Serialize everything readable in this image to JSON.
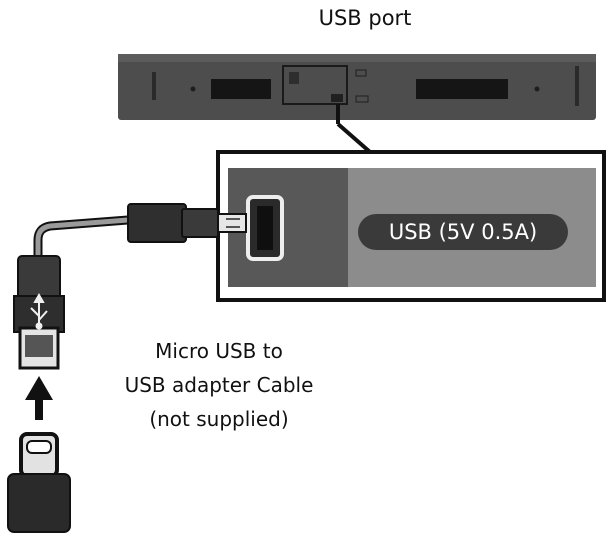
{
  "labels": {
    "usb_port": "USB port",
    "usb_spec": "USB (5V 0.5A)",
    "caption_line1": "Micro USB to",
    "caption_line2": "USB adapter Cable",
    "caption_line3": "(not supplied)"
  },
  "icons": {
    "soundbar": "soundbar-rear-panel",
    "port_callout": "magnified-usb-port",
    "usb_symbol": "usb-trident-icon",
    "arrow": "arrow-up-icon",
    "otg_plug": "usb-c-plug-icon"
  },
  "colors": {
    "device_body": "#4a4a4a",
    "panel_dark": "#5a5a5a",
    "panel_light": "#8e8e8e",
    "badge": "#3a3a3a",
    "cable": "#9a9a9a"
  }
}
